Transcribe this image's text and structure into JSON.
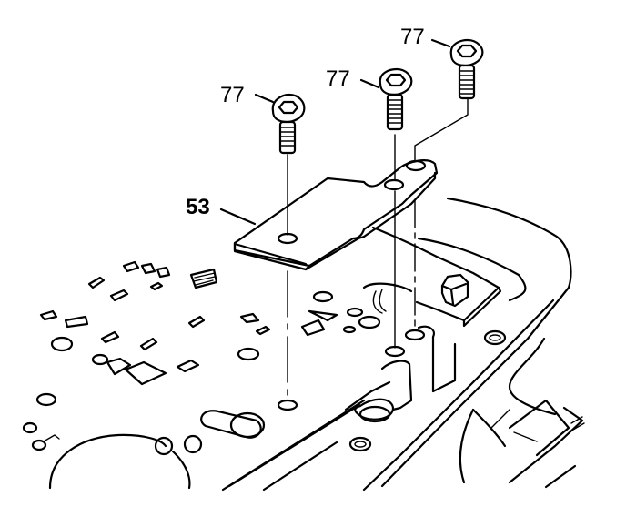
{
  "diagram": {
    "subject": "valve body bracket and bolt installation",
    "callouts": [
      {
        "id": "bolt-left",
        "label": "77"
      },
      {
        "id": "bolt-middle",
        "label": "77"
      },
      {
        "id": "bolt-right",
        "label": "77"
      },
      {
        "id": "bracket",
        "label": "53"
      }
    ],
    "colors": {
      "line": "#000000",
      "background": "#ffffff"
    }
  }
}
